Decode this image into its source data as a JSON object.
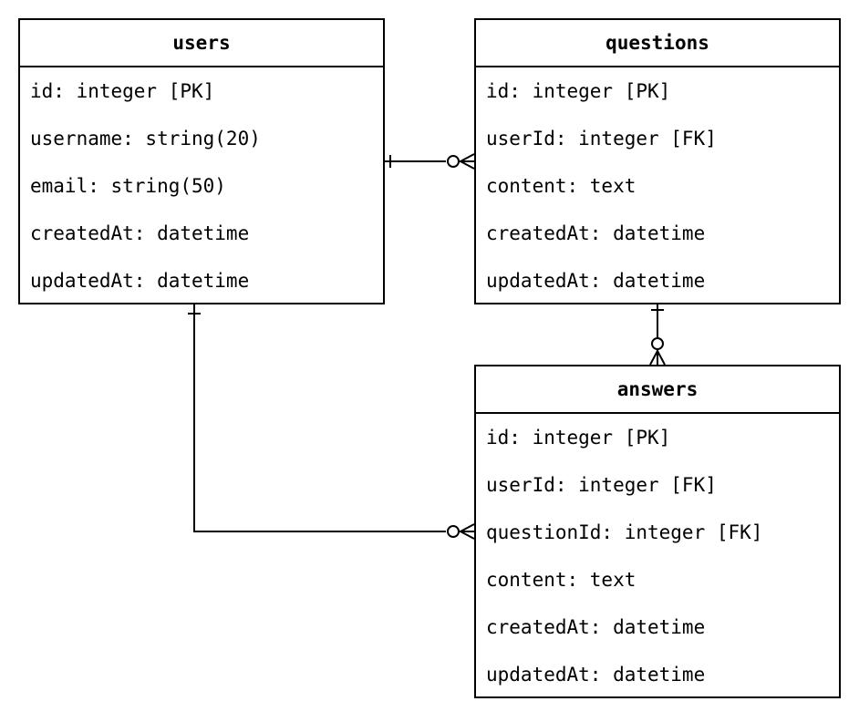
{
  "entities": {
    "users": {
      "title": "users",
      "fields": [
        "id: integer [PK]",
        "username: string(20)",
        "email: string(50)",
        "createdAt: datetime",
        "updatedAt: datetime"
      ]
    },
    "questions": {
      "title": "questions",
      "fields": [
        "id: integer [PK]",
        "userId: integer [FK]",
        "content: text",
        "createdAt: datetime",
        "updatedAt: datetime"
      ]
    },
    "answers": {
      "title": "answers",
      "fields": [
        "id: integer [PK]",
        "userId: integer [FK]",
        "questionId: integer [FK]",
        "content: text",
        "createdAt: datetime",
        "updatedAt: datetime"
      ]
    }
  },
  "relationships": [
    {
      "from": "users",
      "to": "questions",
      "from_cardinality": "one",
      "to_cardinality": "zero-or-many"
    },
    {
      "from": "questions",
      "to": "answers",
      "from_cardinality": "one",
      "to_cardinality": "zero-or-many"
    },
    {
      "from": "users",
      "to": "answers",
      "from_cardinality": "one",
      "to_cardinality": "zero-or-many"
    }
  ]
}
